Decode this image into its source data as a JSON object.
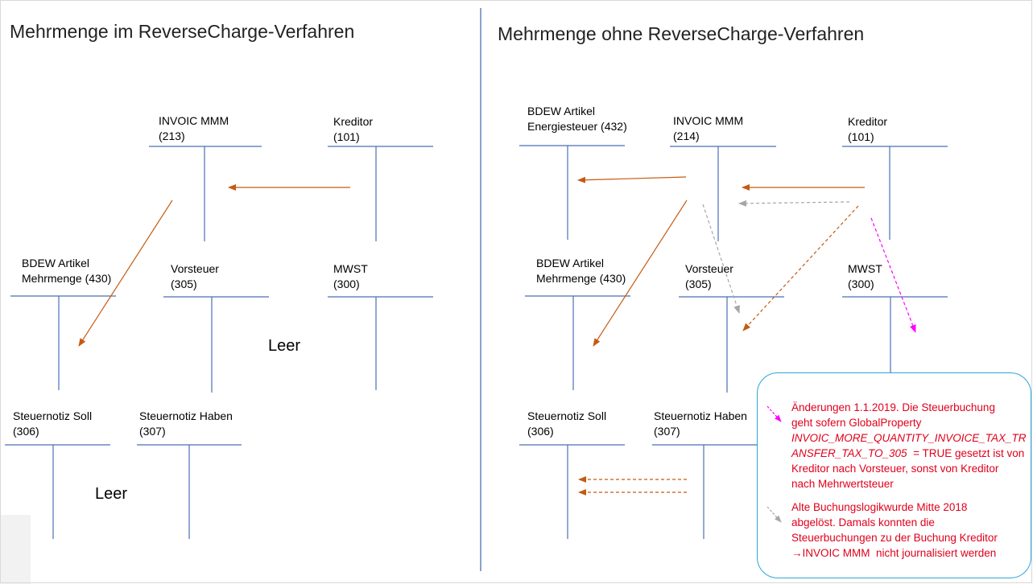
{
  "left_panel": {
    "title": "Mehrmenge im ReverseCharge-Verfahren",
    "accounts": {
      "invoic": {
        "line1": "INVOIC MMM",
        "line2": "(213)"
      },
      "kreditor": {
        "line1": "Kreditor",
        "line2": "(101)"
      },
      "bdew_mehrmenge": {
        "line1": "BDEW Artikel",
        "line2": "Mehrmenge (430)"
      },
      "vorsteuer": {
        "line1": "Vorsteuer",
        "line2": "(305)"
      },
      "mwst": {
        "line1": "MWST",
        "line2": "(300)"
      },
      "steuernotiz_soll": {
        "line1": "Steuernotiz Soll",
        "line2": "(306)"
      },
      "steuernotiz_haben": {
        "line1": "Steuernotiz Haben",
        "line2": "(307)"
      }
    },
    "leer_1": "Leer",
    "leer_2": "Leer"
  },
  "right_panel": {
    "title": "Mehrmenge ohne ReverseCharge-Verfahren",
    "accounts": {
      "bdew_energiesteuer": {
        "line1": "BDEW Artikel",
        "line2": "Energiesteuer (432)"
      },
      "invoic": {
        "line1": "INVOIC MMM",
        "line2": "(214)"
      },
      "kreditor": {
        "line1": "Kreditor",
        "line2": "(101)"
      },
      "bdew_mehrmenge": {
        "line1": "BDEW Artikel",
        "line2": "Mehrmenge (430)"
      },
      "vorsteuer": {
        "line1": "Vorsteuer",
        "line2": "(305)"
      },
      "mwst": {
        "line1": "MWST",
        "line2": "(300)"
      },
      "steuernotiz_soll": {
        "line1": "Steuernotiz Soll",
        "line2": "(306)"
      },
      "steuernotiz_haben": {
        "line1": "Steuernotiz Haben",
        "line2": "(307)"
      }
    }
  },
  "legend": {
    "note1": {
      "line1": "Änderungen 1.1.2019. Die Steuerbuchung",
      "line2": "geht sofern GlobalProperty",
      "line3": "INVOIC_MORE_QUANTITY_INVOICE_TAX_TR",
      "line4a": "ANSFER_TAX_TO_305",
      "line4b": "  = TRUE gesetzt ist von",
      "line5": "Kreditor nach Vorsteuer, sonst von Kreditor",
      "line6": "nach Mehrwertsteuer"
    },
    "note2": {
      "line1": "Alte Buchungslogikwurde Mitte 2018",
      "line2": "abgelöst. Damals konnten die",
      "line3": "Steuerbuchungen zu der Buchung Kreditor",
      "line4": "→INVOIC MMM  nicht journalisiert werden"
    }
  },
  "colors": {
    "t_account": "#4a6fb5",
    "divider": "#4a6fb5",
    "arrow_orange": "#c55a11",
    "arrow_gray": "#a6a6a6",
    "arrow_magenta": "#ff00ff",
    "note_text": "#e0001b",
    "note_border": "#2aa7d8"
  }
}
